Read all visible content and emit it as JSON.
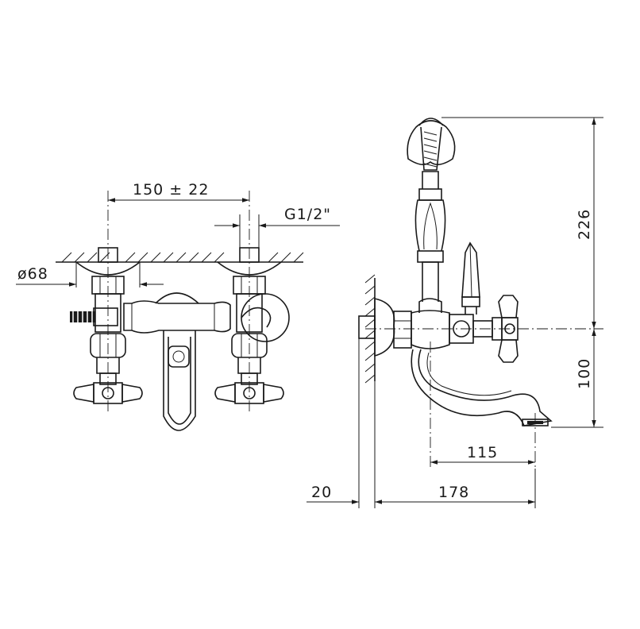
{
  "dimensions": {
    "center_distance": "150 ± 22",
    "thread": "G1/2\"",
    "escutcheon_diameter": "ø68",
    "height_upper": "226",
    "height_lower": "100",
    "spout_reach": "115",
    "total_depth": "178",
    "wall_offset": "20"
  }
}
